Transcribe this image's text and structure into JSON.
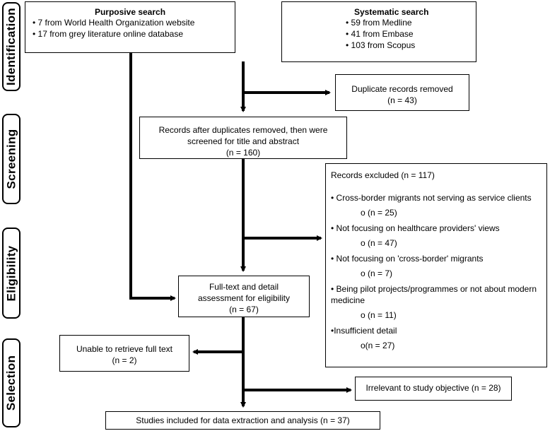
{
  "stages": {
    "identification": "Identification",
    "screening": "Screening",
    "eligibility": "Eligibility",
    "selection": "Selection"
  },
  "purposive": {
    "title": "Purposive search",
    "items": [
      "• 7 from World Health Organization website",
      "• 17 from grey literature online database"
    ]
  },
  "systematic": {
    "title": "Systematic search",
    "items": [
      "• 59 from Medline",
      "• 41 from Embase",
      "• 103 from Scopus"
    ]
  },
  "duplicates": {
    "label": "Duplicate records removed",
    "count": "(n = 43)"
  },
  "screened": {
    "line1": "Records after duplicates removed, then were",
    "line2": "screened for title and abstract",
    "count": "(n = 160)"
  },
  "excluded": {
    "title": "Records excluded (n = 117)",
    "reasons": [
      {
        "label": "• Cross-border migrants not serving as service clients",
        "count": "o (n = 25)"
      },
      {
        "label": "• Not focusing on healthcare providers' views",
        "count": "o (n = 47)"
      },
      {
        "label": "• Not focusing on 'cross-border' migrants",
        "count": "o (n = 7)"
      },
      {
        "label": "• Being pilot projects/programmes or not about modern medicine",
        "count": "o (n = 11)"
      },
      {
        "label": "•Insufficient detail",
        "count": "o(n = 27)"
      }
    ]
  },
  "fulltext": {
    "line1": "Full-text and detail",
    "line2": "assessment for eligibility",
    "count": "(n = 67)"
  },
  "unable": {
    "label": "Unable to retrieve full text",
    "count": "(n = 2)"
  },
  "irrelevant": {
    "label": "Irrelevant to study objective (n = 28)"
  },
  "included": {
    "label": "Studies included for data extraction and analysis (n = 37)"
  }
}
